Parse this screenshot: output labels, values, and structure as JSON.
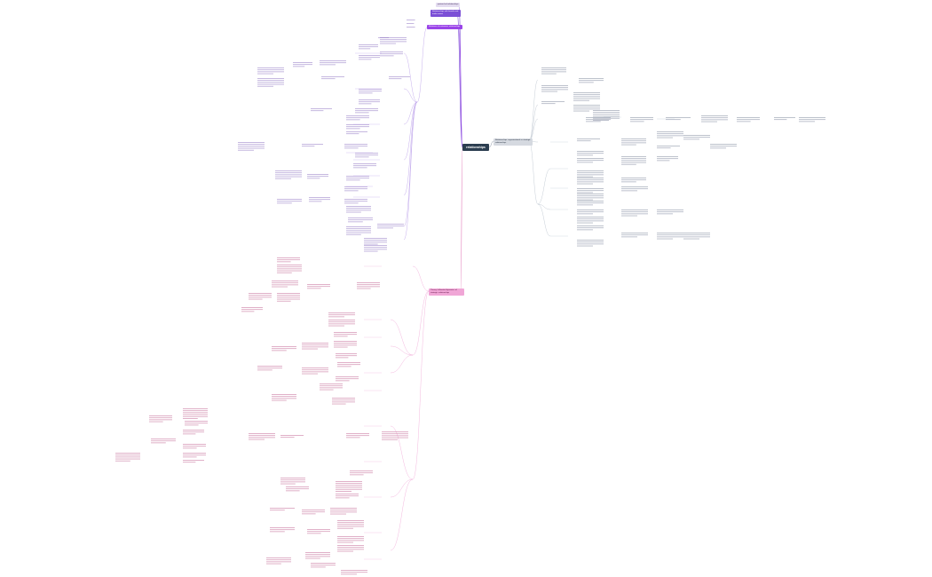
{
  "root": {
    "label": "relationships"
  },
  "branches": {
    "b1": "partner-led relationships",
    "b2": "Relationships with brands and trade unions",
    "b3": "Relations of customers relationships",
    "b4": "Theory: Influential dynamics of strategic relationships",
    "b5": "Relationships: organizational vs strategic relationships"
  },
  "colors": {
    "root": "#2c3e50",
    "upper_links": "#7b4fd6",
    "lower_links": "#e27ab8",
    "right_links": "#8a94a6"
  }
}
